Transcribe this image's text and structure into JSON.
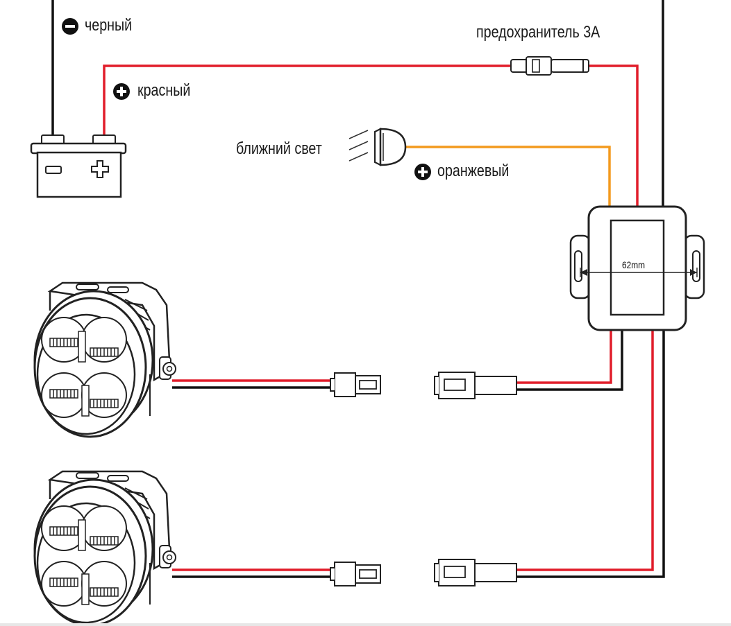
{
  "labels": {
    "black_wire": "черный",
    "red_wire": "красный",
    "fuse": "предохранитель 3А",
    "low_beam": "ближний свет",
    "orange_wire": "оранжевый",
    "dimension": "62mm"
  },
  "colors": {
    "black_wire": "#111111",
    "red_wire": "#e11d2a",
    "orange_wire": "#f39a1e",
    "outline": "#222222",
    "housing_fill": "#ffffff"
  },
  "icons": {
    "minus": "minus-circle-icon",
    "plus": "plus-circle-icon"
  }
}
